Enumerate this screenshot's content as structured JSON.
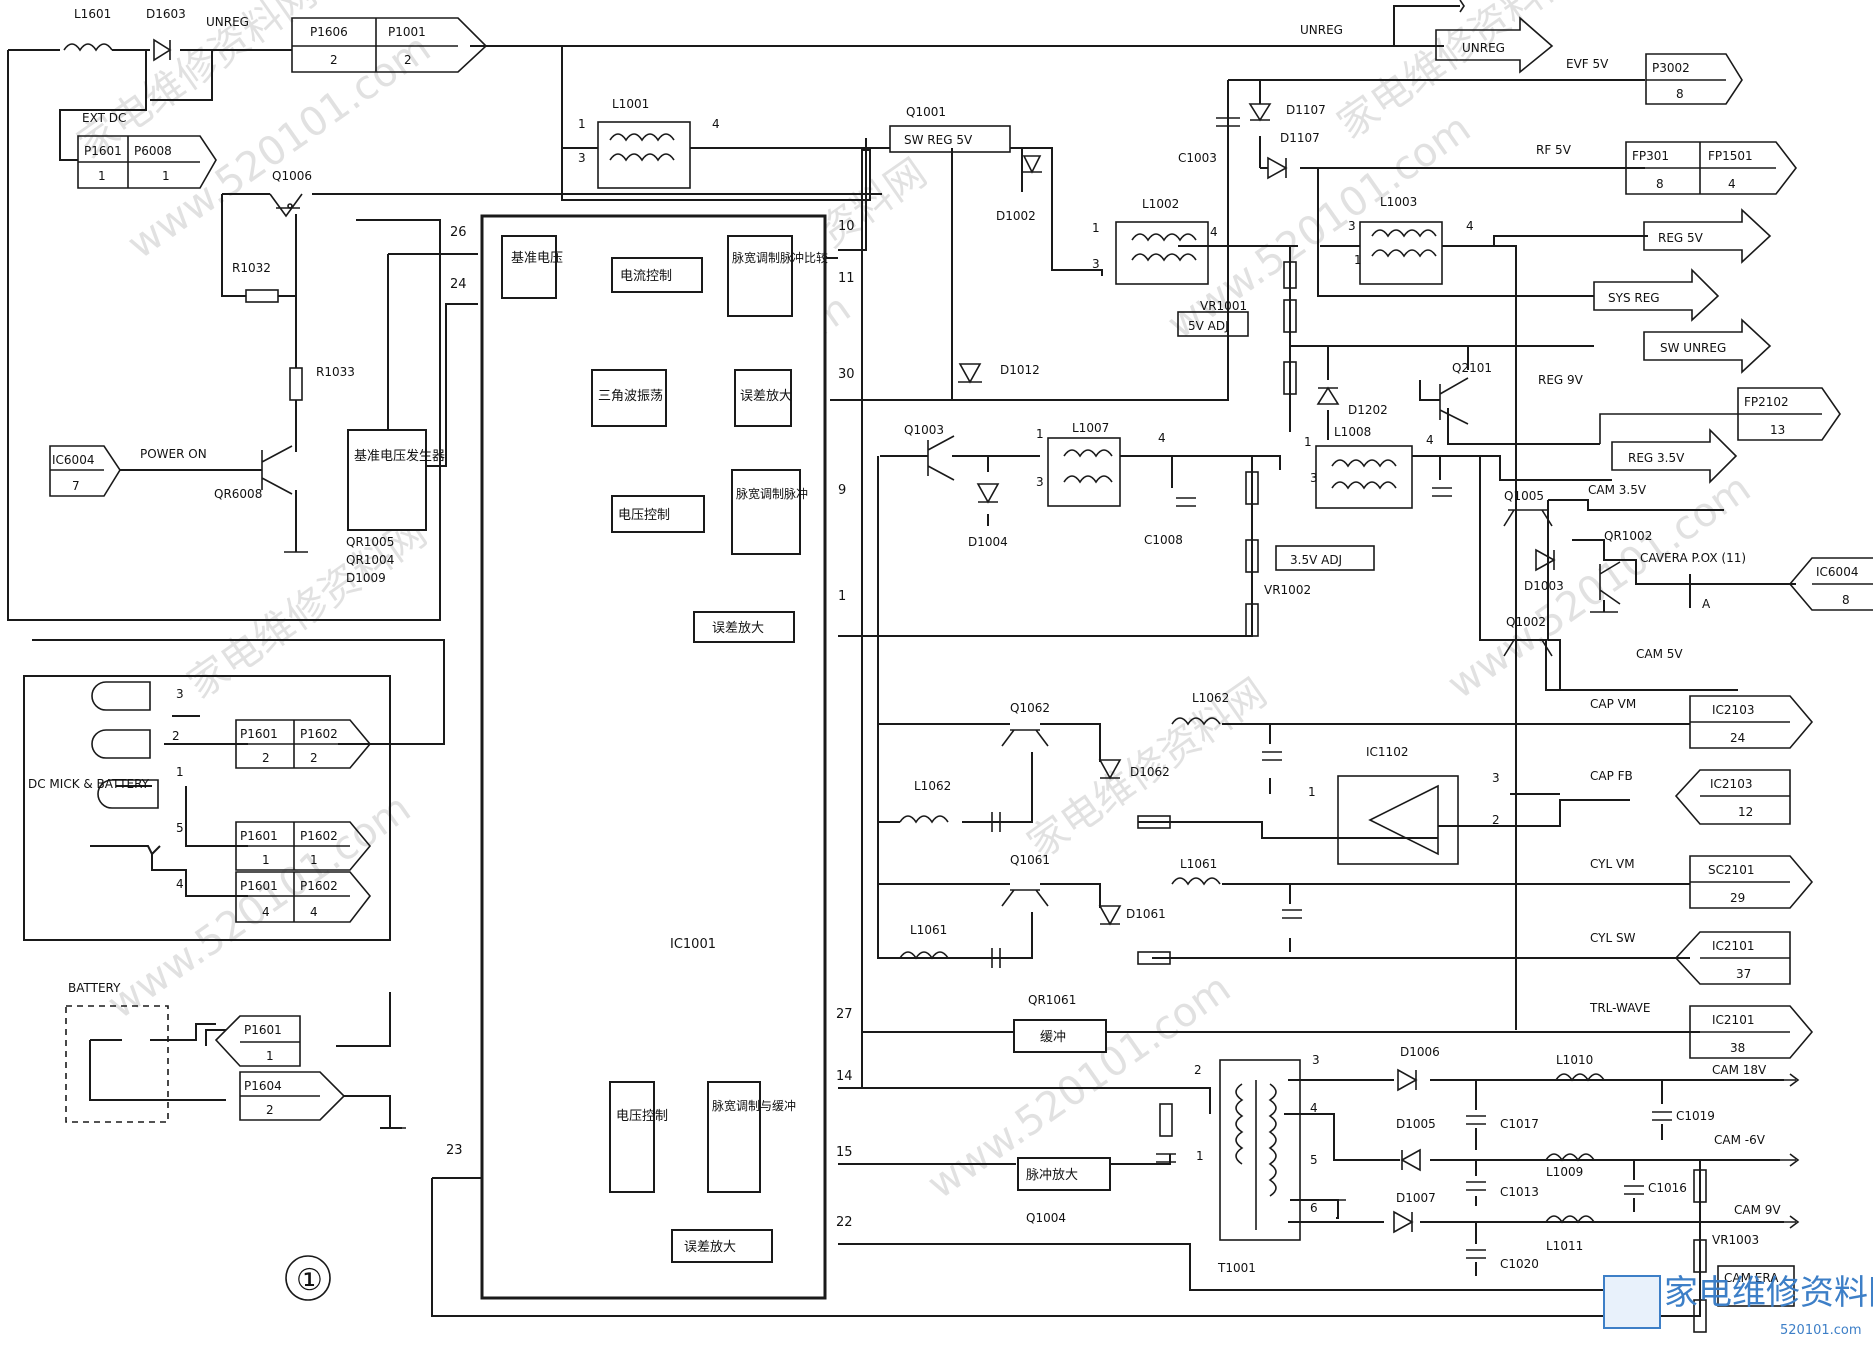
{
  "figure_number": "①",
  "ic_label": "IC1001",
  "ic_blocks": {
    "ref_voltage": "基准电压",
    "current_control": "电流控制",
    "pwm_compare": "脉宽调制脉冲比较",
    "triangle_osc": "三角波振荡",
    "err_amp_top": "误差放大",
    "voltage_control": "电压控制",
    "pwm_pulse": "脉宽调制脉冲",
    "err_amp_mid": "误差放大",
    "voltage_control_low": "电压控制",
    "pwm_buffer": "脉宽调制与缓冲",
    "err_amp_low": "误差放大",
    "ref_gen": "基准电压发生器",
    "buffer": "缓冲",
    "pulse_amp": "脉冲放大"
  },
  "pins": [
    "26",
    "24",
    "10",
    "11",
    "30",
    "9",
    "1",
    "27",
    "14",
    "15",
    "22",
    "23"
  ],
  "components": {
    "L1601": "L1601",
    "D1603": "D1603",
    "UNREG": "UNREG",
    "EXT_DC": "EXT DC",
    "Q1006": "Q1006",
    "R1032": "R1032",
    "R1033": "R1033",
    "POWER_ON": "POWER ON",
    "QR6008": "QR6008",
    "QR1005": "QR1005",
    "QR1004": "QR1004",
    "D1009": "D1009",
    "L1001": "L1001",
    "Q1001": "Q1001",
    "SW_REG": "SW REG 5V",
    "D1002": "D1002",
    "D1012": "D1012",
    "C1003": "C1003",
    "D1107a": "D1107",
    "D1107b": "D1107",
    "L1002": "L1002",
    "L1003": "L1003",
    "VR1001": "VR1001",
    "ADJ5": "5V ADJ",
    "D1202": "D1202",
    "Q2101": "Q2101",
    "REG9V": "REG 9V",
    "Q1003": "Q1003",
    "D1004": "D1004",
    "L1007": "L1007",
    "C1008": "C1008",
    "L1008": "L1008",
    "ADJ35": "3.5V ADJ",
    "VR1002": "VR1002",
    "Q1005": "Q1005",
    "Q1002": "Q1002",
    "D1003": "D1003",
    "QR1002": "QR1002",
    "CAMERA": "CAVERA P.OX (11)",
    "A": "A",
    "Q1062": "Q1062",
    "L1062a": "L1062",
    "L1062b": "L1062",
    "D1062": "D1062",
    "IC1102": "IC1102",
    "Q1061": "Q1061",
    "L1061a": "L1061",
    "L1061b": "L1061",
    "D1061": "D1061",
    "QR1061": "QR1061",
    "T1001": "T1001",
    "Q1004": "Q1004",
    "D1006": "D1006",
    "D1005": "D1005",
    "D1007": "D1007",
    "L1010": "L1010",
    "L1009": "L1009",
    "L1011": "L1011",
    "C1017": "C1017",
    "C1013": "C1013",
    "C1020": "C1020",
    "C1019": "C1019",
    "C1016": "C1016",
    "VR1003": "VR1003",
    "DC_MIC": "DC MICK & BATTERY",
    "BATTERY": "BATTERY"
  },
  "connectors": [
    {
      "id": "c1",
      "a": "P1606",
      "b": "P1001",
      "pa": "2",
      "pb": "2"
    },
    {
      "id": "c2",
      "a": "P1601",
      "b": "P6008",
      "pa": "1",
      "pb": "1"
    },
    {
      "id": "c3",
      "a": "IC6004",
      "pa": "7"
    },
    {
      "id": "c4",
      "a": "P1601",
      "b": "P1602",
      "pa": "2",
      "pb": "2"
    },
    {
      "id": "c5",
      "a": "P1601",
      "b": "P1602",
      "pa": "1",
      "pb": "1"
    },
    {
      "id": "c6",
      "a": "P1601",
      "b": "P1602",
      "pa": "4",
      "pb": "4"
    },
    {
      "id": "c7",
      "a": "P1601",
      "pa": "1"
    },
    {
      "id": "c8",
      "a": "P1604",
      "pa": "2"
    }
  ],
  "outputs": [
    {
      "id": "o_unreg",
      "label": "UNREG",
      "box": "UNREG",
      "pin": ""
    },
    {
      "id": "o_evf",
      "label": "EVF 5V",
      "box": "P3002",
      "pin": "8"
    },
    {
      "id": "o_rf",
      "label": "RF 5V",
      "box": "FP301",
      "box2": "FP1501",
      "pin": "8",
      "pin2": "4"
    },
    {
      "id": "o_reg5",
      "label": "",
      "box": "REG 5V",
      "pin": ""
    },
    {
      "id": "o_sysreg",
      "label": "",
      "box": "SYS REG",
      "pin": ""
    },
    {
      "id": "o_swunreg",
      "label": "",
      "box": "SW UNREG",
      "pin": ""
    },
    {
      "id": "o_fp2102",
      "label": "",
      "box": "FP2102",
      "pin": "13"
    },
    {
      "id": "o_reg35",
      "label": "",
      "box": "REG 3.5V",
      "pin": ""
    },
    {
      "id": "o_ic6004",
      "label": "",
      "box": "IC6004",
      "pin": "8"
    },
    {
      "id": "o_capvm",
      "label": "CAP VM",
      "box": "IC2103",
      "pin": "24"
    },
    {
      "id": "o_capfb",
      "label": "CAP FB",
      "box": "IC2103",
      "pin": "12"
    },
    {
      "id": "o_cylvm",
      "label": "CYL VM",
      "box": "SC2101",
      "pin": "29"
    },
    {
      "id": "o_cylsw",
      "label": "CYL SW",
      "box": "IC2101",
      "pin": "37"
    },
    {
      "id": "o_trl",
      "label": "TRL-WAVE",
      "box": "IC2101",
      "pin": "38"
    }
  ],
  "rails": {
    "cam35": "CAM 3.5V",
    "cam5": "CAM 5V",
    "cam18": "CAM 18V",
    "cam_neg6": "CAM -6V",
    "cam9": "CAM 9V",
    "cam_era": "CAM ERA"
  },
  "watermarks": [
    "www.520101.com",
    "家电维修资料网"
  ],
  "logo": {
    "cn": "家电维修资料网",
    "num": "520101.com"
  }
}
